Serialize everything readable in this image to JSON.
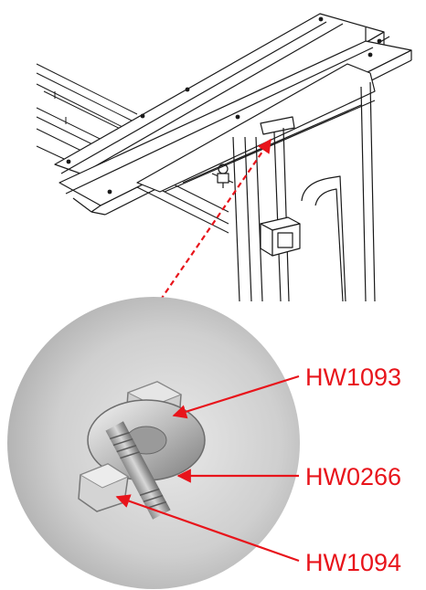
{
  "callouts": [
    {
      "part_number": "HW1093"
    },
    {
      "part_number": "HW0266"
    },
    {
      "part_number": "HW1094"
    }
  ],
  "colors": {
    "callout": "#e8141b",
    "linework": "#1a1a1a",
    "photo_background": "#bdbdbd"
  }
}
